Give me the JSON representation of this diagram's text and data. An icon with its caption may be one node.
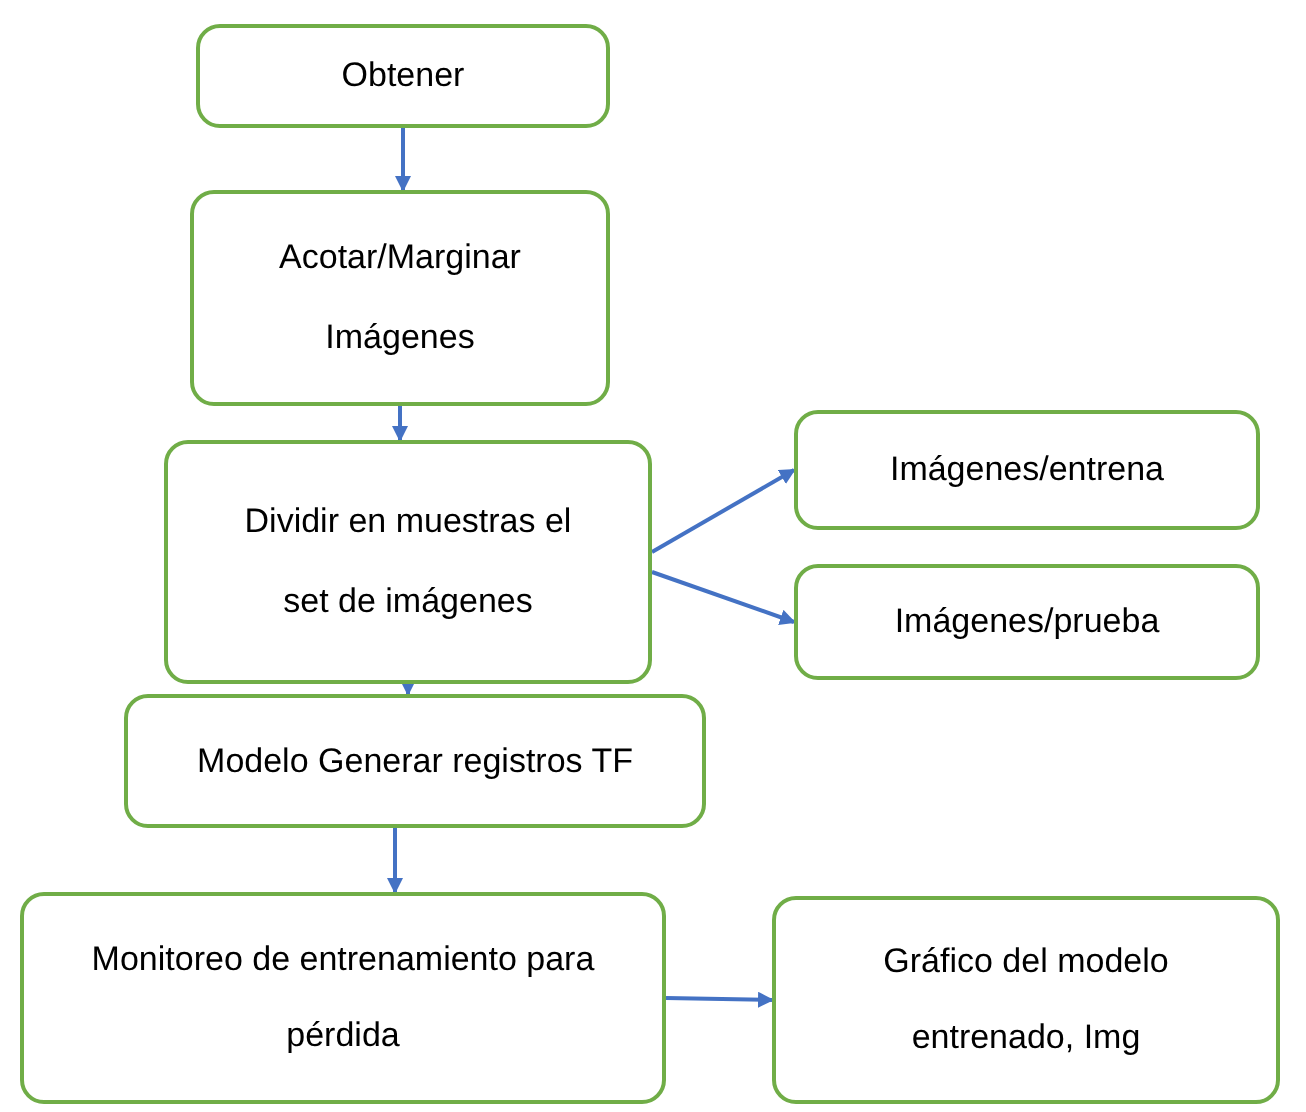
{
  "diagram": {
    "nodes": [
      {
        "text": [
          "Obtener"
        ]
      },
      {
        "text": [
          "Acotar/Marginar Imágenes"
        ]
      },
      {
        "text": [
          "Dividir en muestras el set de imágenes"
        ]
      },
      {
        "text": [
          "Imágenes/entrena"
        ]
      },
      {
        "text": [
          "Imágenes/prueba"
        ]
      },
      {
        "text": [
          "Modelo Generar registros TF"
        ]
      },
      {
        "text": [
          "Monitoreo de entrenamiento para pérdida"
        ]
      },
      {
        "text": [
          "Gráfico del modelo entrenado, Img"
        ]
      }
    ],
    "edges": [
      {
        "from": 0,
        "to": 1,
        "arrow": "to"
      },
      {
        "from": 1,
        "to": 2,
        "arrow": "to"
      },
      {
        "from": 2,
        "to": 3,
        "arrow": "to"
      },
      {
        "from": 2,
        "to": 4,
        "arrow": "to"
      },
      {
        "from": 2,
        "to": 5,
        "arrow": "to"
      },
      {
        "from": 5,
        "to": 6,
        "arrow": "to"
      },
      {
        "from": 6,
        "to": 7,
        "arrow": "to"
      }
    ]
  }
}
